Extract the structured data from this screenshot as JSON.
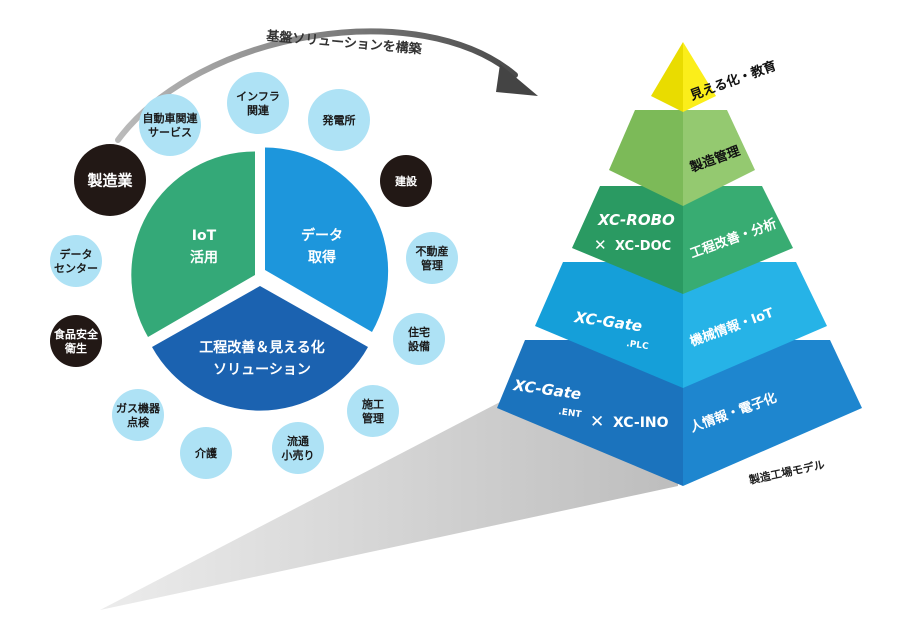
{
  "arrow_label": "基盤ソリューションを構築",
  "pie": {
    "iot": [
      "IoT",
      "活用"
    ],
    "data": [
      "データ",
      "取得"
    ],
    "improve": [
      "工程改善＆見える化",
      "ソリューション"
    ],
    "colors": {
      "iot": "#34a978",
      "data": "#1d96dc",
      "improve": "#1b62b0"
    }
  },
  "industries": [
    {
      "lines": [
        "自動車関連",
        "サービス"
      ],
      "dark": false
    },
    {
      "lines": [
        "インフラ",
        "関連"
      ],
      "dark": false
    },
    {
      "lines": [
        "発電所"
      ],
      "dark": false
    },
    {
      "lines": [
        "建設"
      ],
      "dark": true
    },
    {
      "lines": [
        "不動産",
        "管理"
      ],
      "dark": false
    },
    {
      "lines": [
        "住宅",
        "設備"
      ],
      "dark": false
    },
    {
      "lines": [
        "施工",
        "管理"
      ],
      "dark": false
    },
    {
      "lines": [
        "流通",
        "小売り"
      ],
      "dark": false
    },
    {
      "lines": [
        "介護"
      ],
      "dark": false
    },
    {
      "lines": [
        "ガス機器",
        "点検"
      ],
      "dark": false
    },
    {
      "lines": [
        "食品安全",
        "衛生"
      ],
      "dark": true
    },
    {
      "lines": [
        "データ",
        "センター"
      ],
      "dark": false
    },
    {
      "lines": [
        "製造業"
      ],
      "dark": true
    }
  ],
  "pyramid": {
    "levels": [
      {
        "label": "見える化・教育",
        "color": "#f6e500"
      },
      {
        "label": "製造管理",
        "color": "#8cc466"
      },
      {
        "label": "工程改善・分析",
        "color": "#33a26a"
      },
      {
        "label": "機械情報・IoT",
        "color": "#1ea9e0"
      },
      {
        "label": "人情報・電子化",
        "color": "#1a78c2"
      }
    ],
    "products": {
      "robo": "XC-ROBO",
      "doc": "XC-DOC",
      "gate_plc": "XC-Gate",
      "plc_suffix": ".PLC",
      "gate_ent": "XC-Gate",
      "ent_suffix": ".ENT",
      "ino": "XC-INO"
    },
    "caption": "製造工場モデル"
  }
}
